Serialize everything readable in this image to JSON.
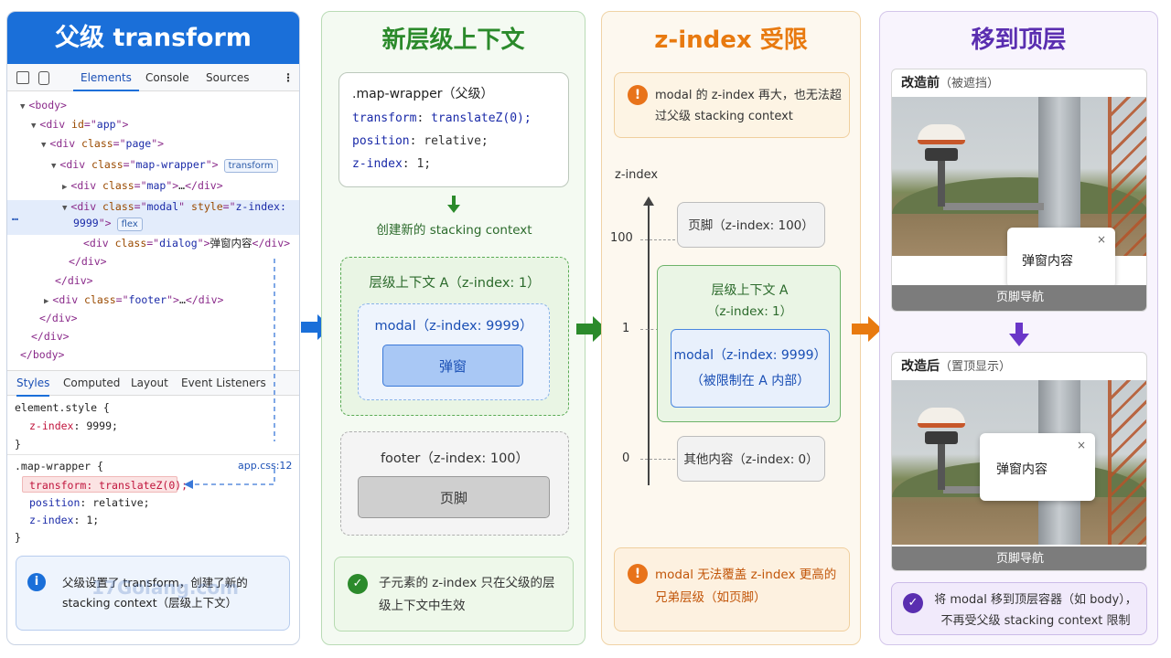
{
  "panel1": {
    "title": "父级 transform",
    "tabs": [
      "Elements",
      "Console",
      "Sources"
    ],
    "tree": {
      "body_open": "<body>",
      "app": [
        "<div ",
        "id",
        "=\"",
        "app",
        "\">"
      ],
      "page_class": "page",
      "map_wrapper_class": "map-wrapper",
      "map_wrapper_badge": "transform",
      "map_class": "map",
      "modal_class": "modal",
      "modal_style": "z-index: 9999",
      "modal_badge": "flex",
      "dialog_class": "dialog",
      "dialog_text": "弹窗内容",
      "footer_class": "footer",
      "ellipsis": "…",
      "div_close": "</div>",
      "body_close": "</body>",
      "row_dots": "…"
    },
    "style_tabs": [
      "Styles",
      "Computed",
      "Layout",
      "Event Listeners"
    ],
    "element_style": {
      "selector": "element.style {",
      "prop": "z-index",
      "value": "9999;",
      "close": "}"
    },
    "map_wrapper_rule": {
      "selector": ".map-wrapper {",
      "source": "app.css:12",
      "transform_prop": "transform",
      "transform_val": "translateZ(0);",
      "position_prop": "position",
      "position_val": "relative;",
      "zindex_prop": "z-index",
      "zindex_val": "1;",
      "close": "}"
    },
    "info": "父级设置了 transform，创建了新的 stacking context（层级上下文）",
    "watermark": "17Golang.com"
  },
  "panel2": {
    "title": "新层级上下文",
    "card_title": ".map-wrapper（父级）",
    "code": [
      {
        "prop": "transform",
        "val": "translateZ(0);"
      },
      {
        "prop": "position",
        "val": "relative;"
      },
      {
        "prop": "z-index",
        "val": "1;"
      }
    ],
    "create_note": "创建新的 stacking context",
    "ctx_a_label": "层级上下文 A（z-index: 1）",
    "modal_label": "modal（z-index: 9999）",
    "modal_button": "弹窗",
    "footer_label": "footer（z-index: 100）",
    "footer_button": "页脚",
    "ok_text": "子元素的 z-index 只在父级的层级上下文中生效",
    "ok_icon": "✓"
  },
  "panel3": {
    "title": "z-index 受限",
    "warn_top": "modal 的 z-index 再大，也无法超过父级 stacking context",
    "axis_label": "z-index",
    "ticks": [
      "100",
      "1",
      "0"
    ],
    "footer_box": "页脚（z-index: 100）",
    "ctx_title": "层级上下文 A",
    "ctx_sub": "（z-index: 1）",
    "modal_line1": "modal（z-index: 9999）",
    "modal_line2": "（被限制在 A 内部）",
    "other_box": "其他内容（z-index: 0）",
    "warn_bot": "modal 无法覆盖 z-index 更高的兄弟层级（如页脚）",
    "warn_icon": "!"
  },
  "panel4": {
    "title": "移到顶层",
    "before_title": "改造前",
    "before_sub": "（被遮挡）",
    "after_title": "改造后",
    "after_sub": "（置顶显示）",
    "dialog_text": "弹窗内容",
    "close_glyph": "×",
    "nav_text": "页脚导航",
    "final_text": "将 modal 移到顶层容器（如 body），不再受父级 stacking context 限制",
    "final_icon": "✓"
  },
  "colors": {
    "blue": "#1a6fd9",
    "green": "#2b8a2b",
    "orange": "#e87a10",
    "purple": "#5a2eb0"
  }
}
